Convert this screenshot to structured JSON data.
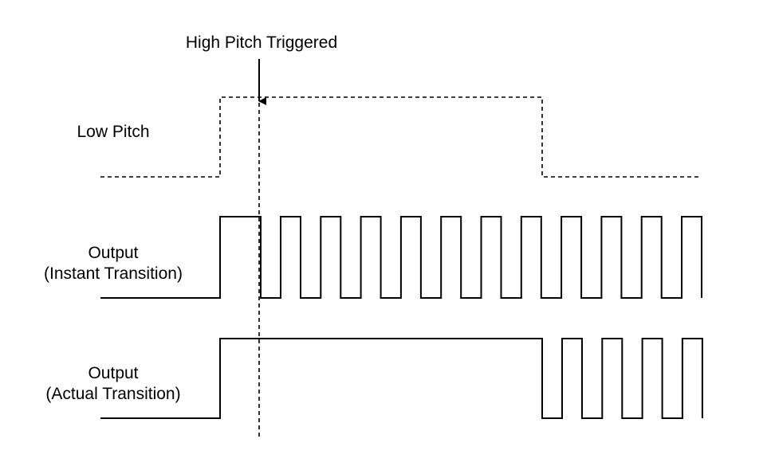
{
  "labels": {
    "trigger": "High Pitch Triggered",
    "low_pitch": "Low Pitch",
    "instant_line1": "Output",
    "instant_line2": "(Instant Transition)",
    "actual_line1": "Output",
    "actual_line2": "(Actual Transition)"
  },
  "colors": {
    "stroke": "#000000",
    "background": "#ffffff"
  },
  "signals": {
    "pitch": {
      "style": "dashed",
      "levels": "low-high-low"
    },
    "instant_output": {
      "style": "solid",
      "low_pitch_pulses": 1,
      "high_pitch_pulses": 11
    },
    "actual_output": {
      "style": "solid",
      "held_high_until_pitch_returns": true,
      "high_pitch_pulses": 4
    }
  }
}
